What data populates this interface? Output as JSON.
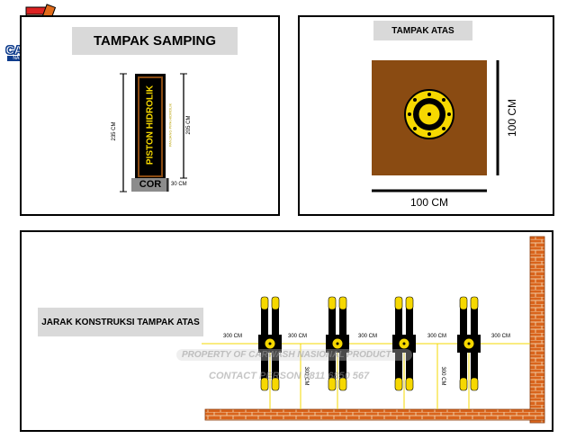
{
  "logo": {
    "brand": "CARWASH",
    "subtitle": "NASIONAL PRODUCT"
  },
  "side_view": {
    "title": "TAMPAK SAMPING",
    "piston_label": "PISTON HIDROLIK",
    "pipe_label": "PANJANG PIPA HIDROLIK",
    "base_label": "COR",
    "dim_total": "235 CM",
    "dim_piston": "205 CM",
    "dim_base": "30 CM"
  },
  "top_view": {
    "title": "TAMPAK ATAS",
    "dim_width": "100 CM",
    "dim_height": "100 CM"
  },
  "layout_view": {
    "title": "JARAK KONSTRUKSI TAMPAK ATAS",
    "spacings": [
      "300 CM",
      "300 CM",
      "300 CM",
      "300 CM",
      "300 CM"
    ],
    "vertical_dims": [
      "300 CM",
      "300 CM"
    ]
  },
  "watermark": {
    "line1": "PROPERTY OF CARWASH NASIONAL PRODUCT",
    "line2": "CONTACT PERSON 0811 6850 567"
  },
  "colors": {
    "wood": "#8a4b12",
    "yellow": "#f6d800",
    "black": "#000000",
    "brick": "#d9641c",
    "mortar": "#f0c9a0"
  }
}
